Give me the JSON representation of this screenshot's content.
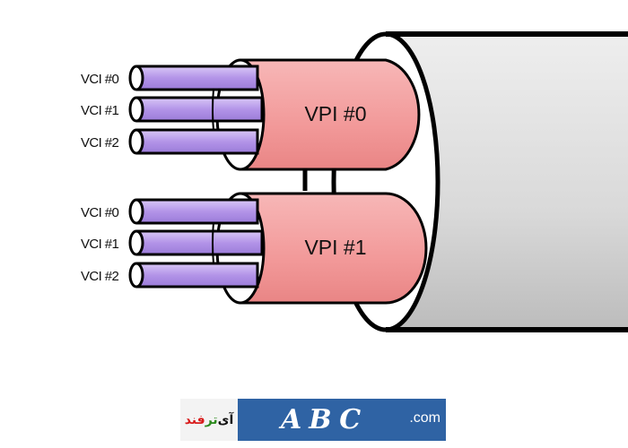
{
  "diagram": {
    "vp_groups": [
      {
        "label": "VPI #0",
        "channels": [
          "VCI #0",
          "VCI #1",
          "VCI #2"
        ]
      },
      {
        "label": "VPI #1",
        "channels": [
          "VCI #0",
          "VCI #1",
          "VCI #2"
        ]
      }
    ]
  },
  "colors": {
    "cable_body": "#d8d8d8",
    "vpi_fill": "#f4a0a0",
    "vci_fill": "#b89be6",
    "outline": "#000000"
  },
  "watermark": {
    "persian_part1": "آی",
    "persian_part2": "تر",
    "persian_part3": "فند",
    "letters": "ABC",
    "domain": ".com"
  }
}
